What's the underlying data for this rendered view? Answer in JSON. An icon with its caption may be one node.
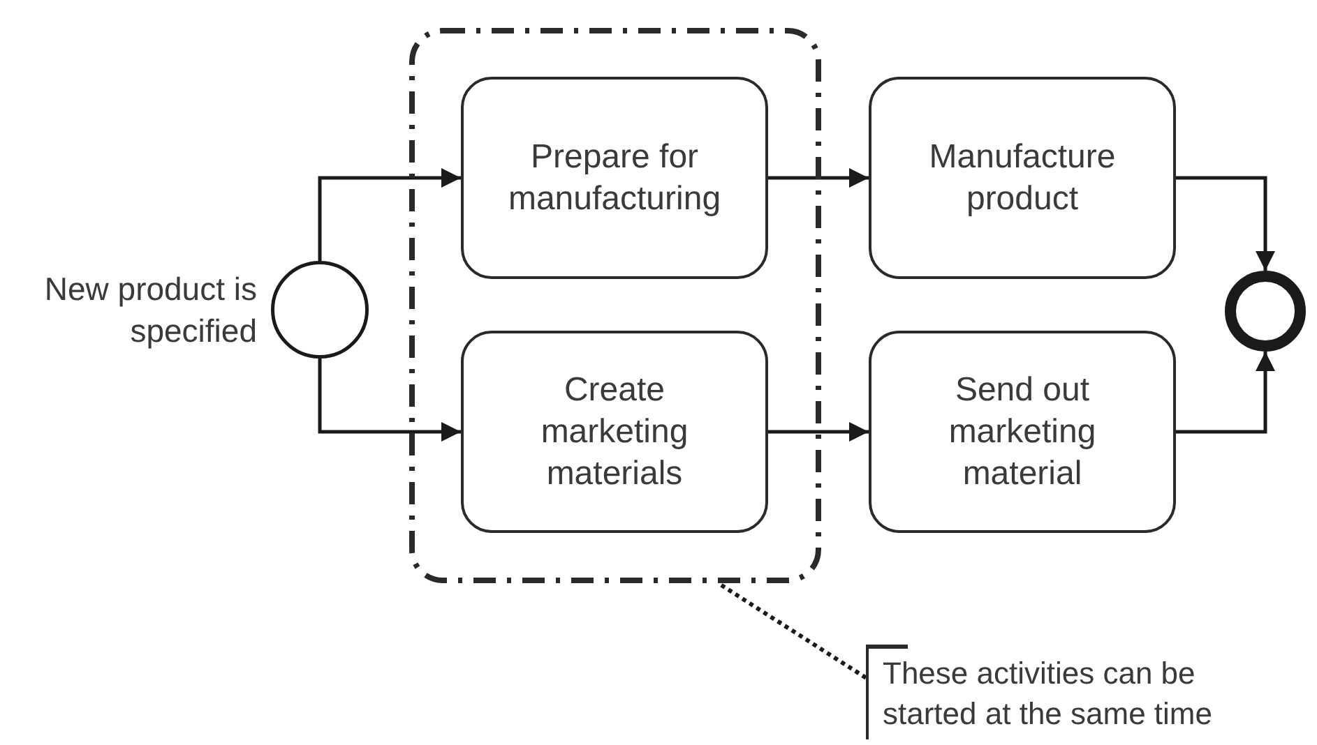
{
  "diagram": {
    "nodes": [
      {
        "text": [],
        "shape": "circle",
        "beside": [
          "New product is specified"
        ]
      },
      {
        "text": [],
        "shape": "box"
      },
      {
        "text": [
          "Prepare for manufacturing"
        ],
        "in": 1
      },
      {
        "text": [
          "Create marketing materials"
        ],
        "in": 1
      },
      {
        "text": [
          "Manufacture product"
        ]
      },
      {
        "text": [
          "Send out marketing material"
        ]
      },
      {
        "text": [],
        "shape": "circle"
      },
      {
        "text": [
          "These activities can be started at the same time"
        ]
      }
    ],
    "edges": [
      {
        "from": 0,
        "to": 2,
        "arrow": "to"
      },
      {
        "from": 0,
        "to": 3,
        "arrow": "to"
      },
      {
        "from": 2,
        "to": 4,
        "arrow": "to"
      },
      {
        "from": 3,
        "to": 5,
        "arrow": "to"
      },
      {
        "from": 4,
        "to": 6,
        "arrow": "to"
      },
      {
        "from": 5,
        "to": 6,
        "arrow": "to"
      },
      {
        "from": 7,
        "to": 1,
        "arrow": "none",
        "style": "dashed"
      }
    ]
  }
}
